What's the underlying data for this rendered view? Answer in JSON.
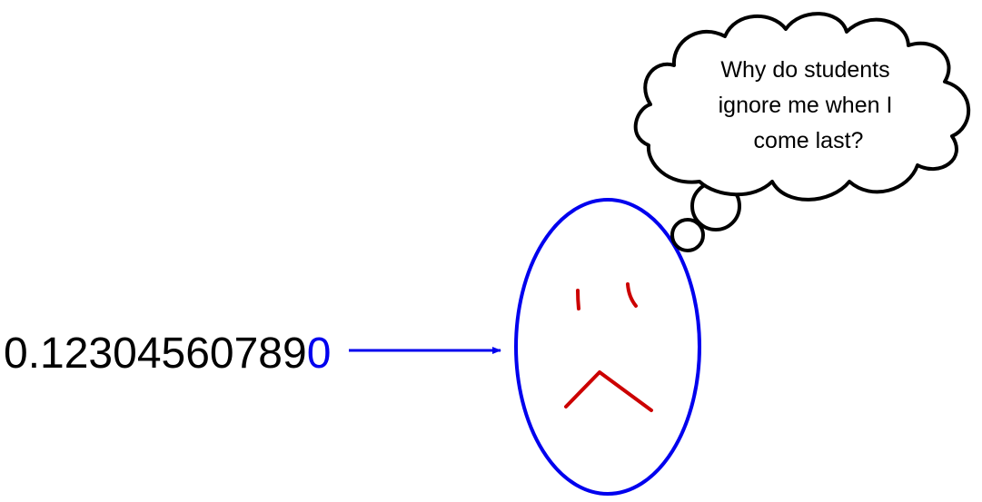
{
  "number": {
    "main_digits": "0.12304560789",
    "trailing_digit": "0"
  },
  "thought": {
    "lines": [
      "Why do students",
      "ignore me when I",
      "come last?"
    ]
  },
  "colors": {
    "text": "#000000",
    "accent": "#0000ee",
    "face_outline": "#0000ee",
    "face_features": "#cc0000",
    "cloud_outline": "#000000",
    "background": "#ffffff"
  },
  "icons": {
    "face": "sad-face-icon",
    "cloud": "thought-cloud-icon",
    "arrow": "right-arrow-icon"
  }
}
